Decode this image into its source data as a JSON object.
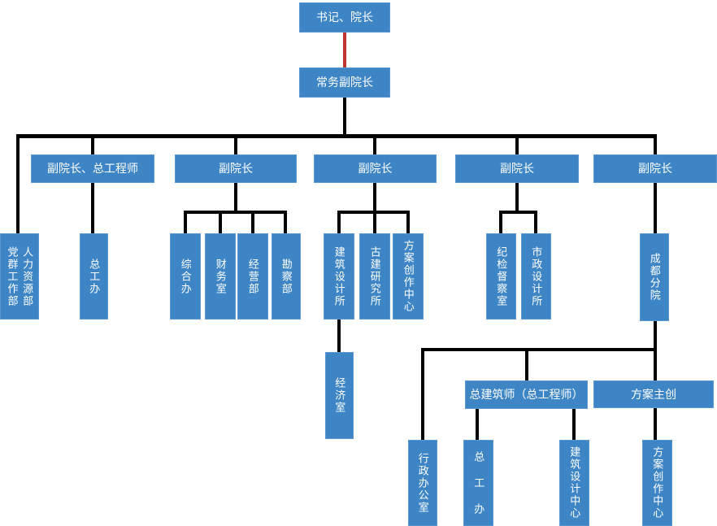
{
  "meta": {
    "accent": "#3E85C5",
    "accent_border": "#5B97D1",
    "line_color": "#000000",
    "red_link_color": "#BB342F",
    "text_color": "#FFFFFF"
  },
  "nodes": {
    "root": "书记、院长",
    "exec_vice": "常务副院长",
    "vp_chief_eng": "副院长、总工程师",
    "vp2": "副院长",
    "vp3": "副院长",
    "vp4": "副院长",
    "vp5": "副院长",
    "party_mass": "党群工作部",
    "hr": "人力资源部",
    "chief_eng_office": "总工办",
    "general_office": "综合办",
    "finance": "财务室",
    "operations": "经营部",
    "survey": "勘察部",
    "arch_design_inst": "建筑设计所",
    "ancient_research": "古建研究所",
    "scheme_center": "方案创作中心",
    "discipline": "纪检督察室",
    "municipal_design": "市政设计所",
    "chengdu_branch": "成都分院",
    "economy": "经济室",
    "chief_architect": "总建筑师（总工程师）",
    "scheme_lead": "方案主创",
    "admin_office": "行政办公室",
    "chief_eng_office2": "总 工 办",
    "arch_design_center": "建筑设计中心",
    "scheme_center2": "方案创作中心"
  },
  "edges": [
    [
      "root",
      "exec_vice"
    ],
    [
      "exec_vice",
      "vp_chief_eng"
    ],
    [
      "exec_vice",
      "vp2"
    ],
    [
      "exec_vice",
      "vp3"
    ],
    [
      "exec_vice",
      "vp4"
    ],
    [
      "exec_vice",
      "vp5"
    ],
    [
      "exec_vice",
      "party_mass"
    ],
    [
      "exec_vice",
      "hr"
    ],
    [
      "vp_chief_eng",
      "chief_eng_office"
    ],
    [
      "vp2",
      "general_office"
    ],
    [
      "vp2",
      "finance"
    ],
    [
      "vp2",
      "operations"
    ],
    [
      "vp2",
      "survey"
    ],
    [
      "vp3",
      "arch_design_inst"
    ],
    [
      "vp3",
      "ancient_research"
    ],
    [
      "vp3",
      "scheme_center"
    ],
    [
      "arch_design_inst",
      "economy"
    ],
    [
      "vp4",
      "discipline"
    ],
    [
      "vp4",
      "municipal_design"
    ],
    [
      "vp5",
      "chengdu_branch"
    ],
    [
      "chengdu_branch",
      "admin_office"
    ],
    [
      "chengdu_branch",
      "chief_architect"
    ],
    [
      "chengdu_branch",
      "scheme_lead"
    ],
    [
      "chief_architect",
      "chief_eng_office2"
    ],
    [
      "chief_architect",
      "arch_design_center"
    ],
    [
      "scheme_lead",
      "scheme_center2"
    ]
  ]
}
